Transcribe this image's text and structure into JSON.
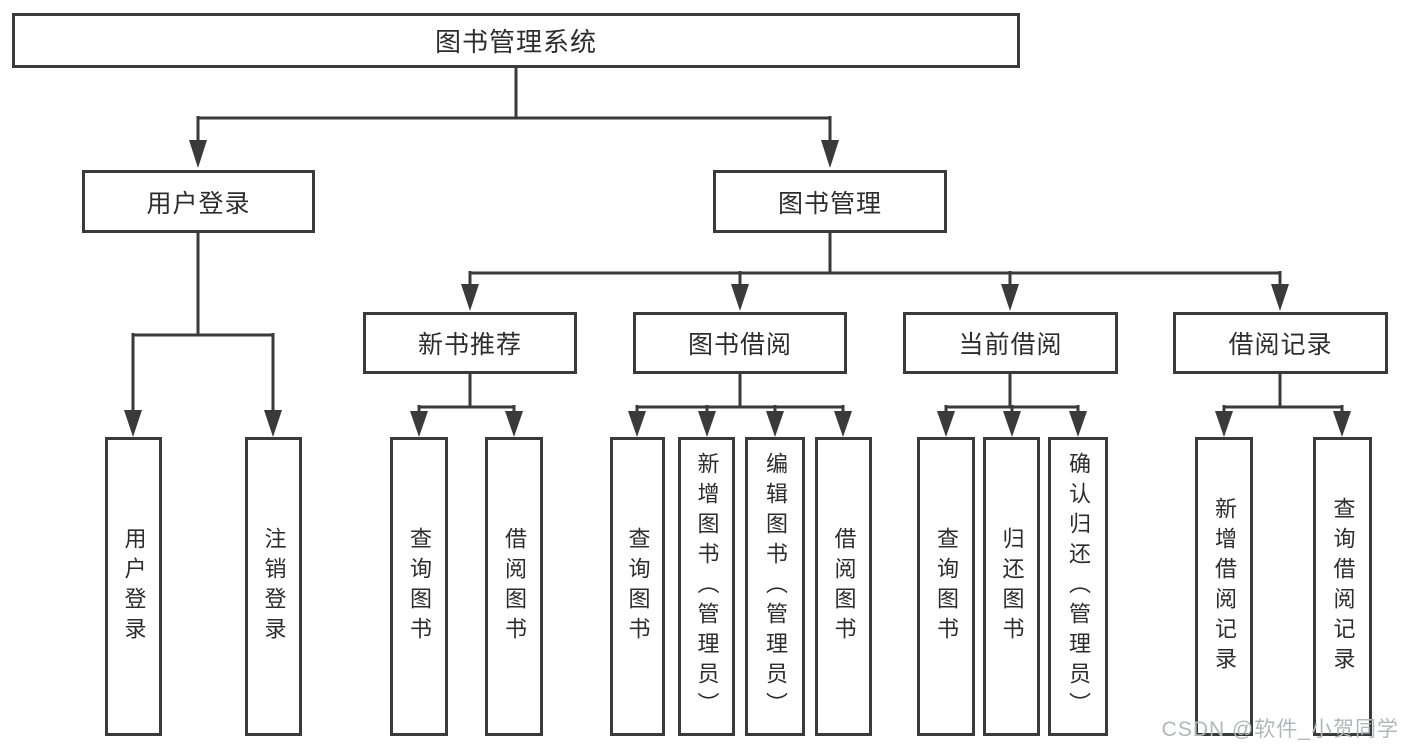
{
  "diagram": {
    "line_color": "#3a3a3a",
    "tree": {
      "label": "图书管理系统",
      "children": [
        {
          "label": "用户登录",
          "children": [
            {
              "label": "用户登录"
            },
            {
              "label": "注销登录"
            }
          ]
        },
        {
          "label": "图书管理",
          "children": [
            {
              "label": "新书推荐",
              "children": [
                {
                  "label": "查询图书"
                },
                {
                  "label": "借阅图书"
                }
              ]
            },
            {
              "label": "图书借阅",
              "children": [
                {
                  "label": "查询图书"
                },
                {
                  "label": "新增图书（管理员）"
                },
                {
                  "label": "编辑图书（管理员）"
                },
                {
                  "label": "借阅图书"
                }
              ]
            },
            {
              "label": "当前借阅",
              "children": [
                {
                  "label": "查询图书"
                },
                {
                  "label": "归还图书"
                },
                {
                  "label": "确认归还（管理员）"
                }
              ]
            },
            {
              "label": "借阅记录",
              "children": [
                {
                  "label": "新增借阅记录"
                },
                {
                  "label": "查询借阅记录"
                }
              ]
            }
          ]
        }
      ]
    }
  },
  "watermark": {
    "text": "CSDN @软件_小贺同学"
  }
}
